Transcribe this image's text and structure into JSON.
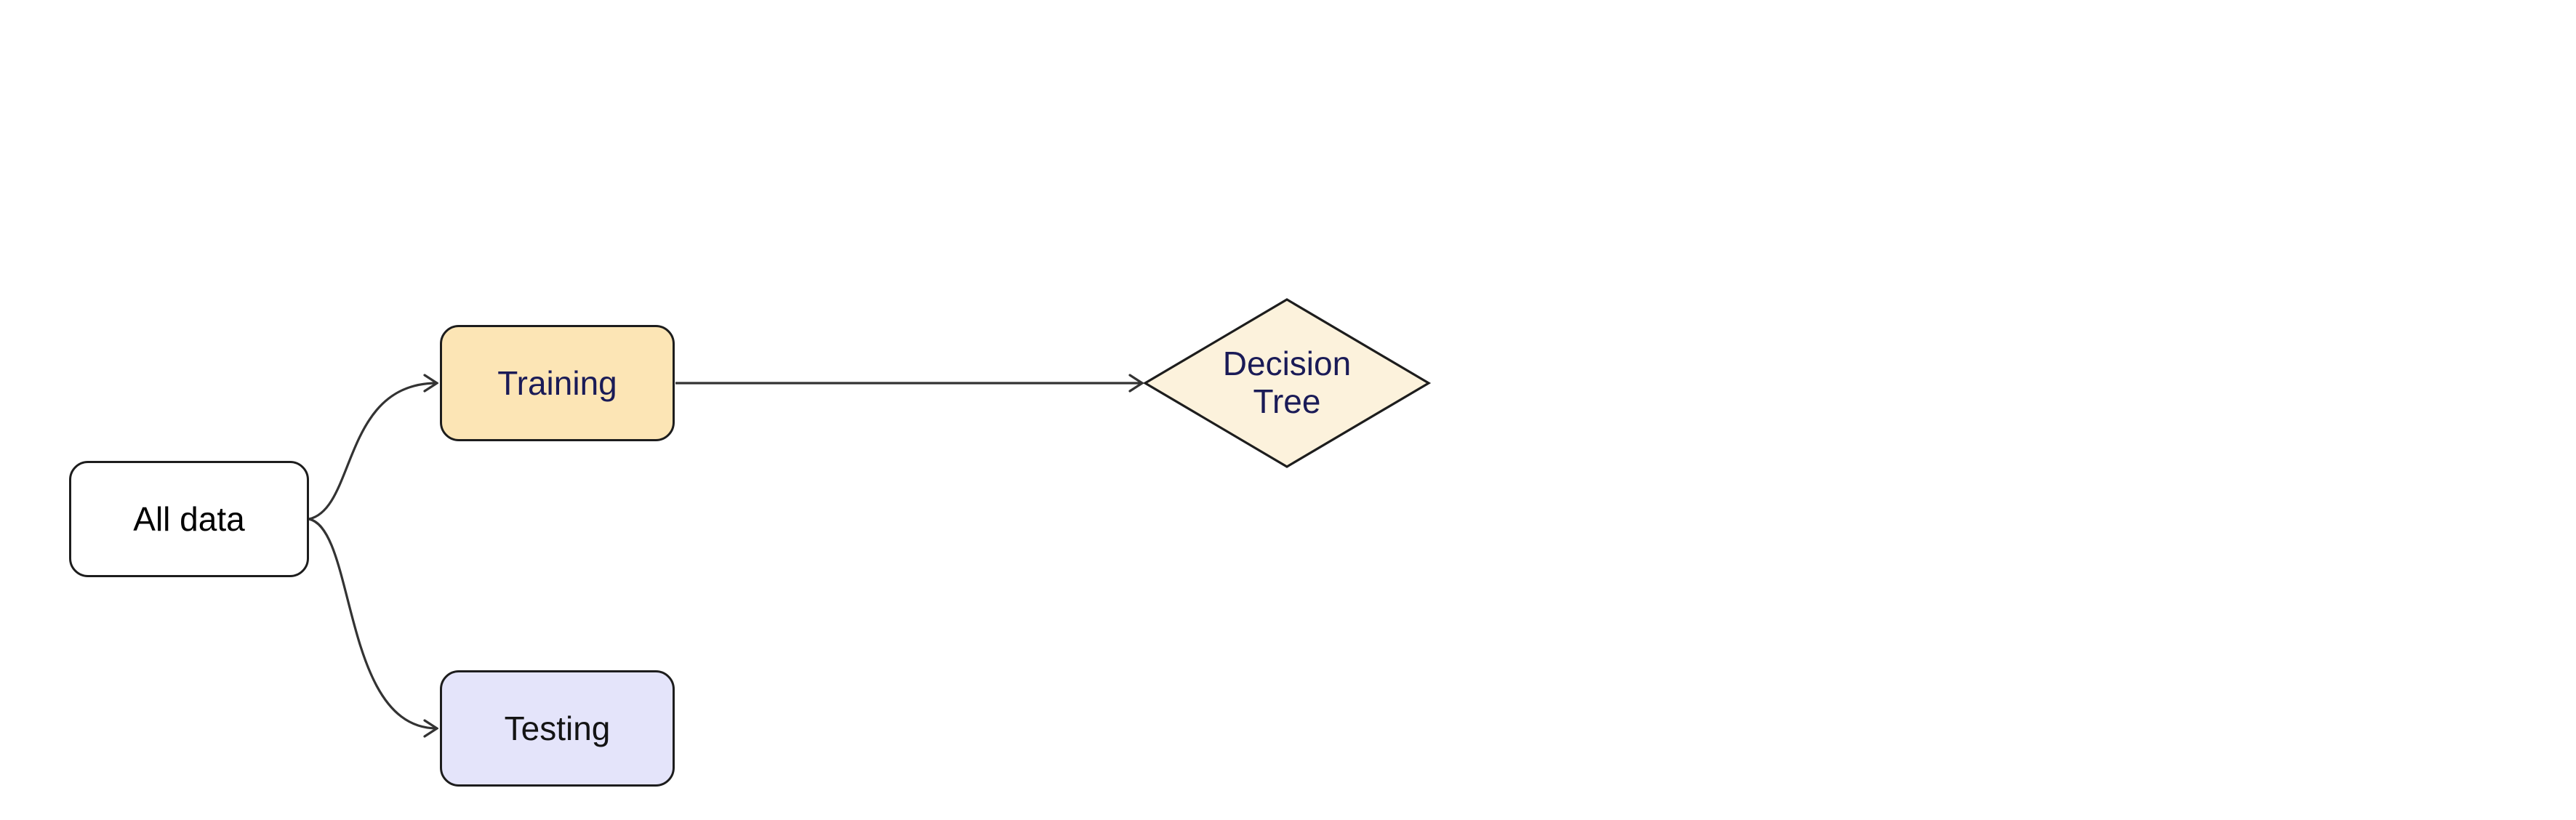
{
  "diagram": {
    "type": "flowchart",
    "direction": "left-to-right",
    "nodes": [
      {
        "id": "all-data",
        "label": "All data",
        "shape": "rounded-rect",
        "fill": "#ffffff",
        "text_color": "#000000"
      },
      {
        "id": "training",
        "label": "Training",
        "shape": "rounded-rect",
        "fill": "#fce5b5",
        "text_color": "#1a1b57"
      },
      {
        "id": "testing",
        "label": "Testing",
        "shape": "rounded-rect",
        "fill": "#e4e4fa",
        "text_color": "#141414"
      },
      {
        "id": "decision-tree",
        "label": "Decision Tree",
        "shape": "diamond",
        "fill": "#fcf2dc",
        "text_color": "#1a1b57"
      }
    ],
    "edges": [
      {
        "from": "all-data",
        "to": "training",
        "style": "curved",
        "arrowhead": "open-chevron"
      },
      {
        "from": "all-data",
        "to": "testing",
        "style": "curved",
        "arrowhead": "open-chevron"
      },
      {
        "from": "training",
        "to": "decision-tree",
        "style": "straight",
        "arrowhead": "open-chevron"
      }
    ],
    "colors": {
      "canvas-bg": "#ffffff",
      "edge-color": "#333333",
      "node-border-color": "#1d1d1d",
      "all-data-fill": "#ffffff",
      "all-data-text": "#000000",
      "training-fill": "#fce5b5",
      "training-text": "#1a1b57",
      "testing-fill": "#e4e4fa",
      "testing-text": "#141414",
      "decision-fill": "#fcf2dc",
      "decision-text": "#1a1b57"
    }
  }
}
